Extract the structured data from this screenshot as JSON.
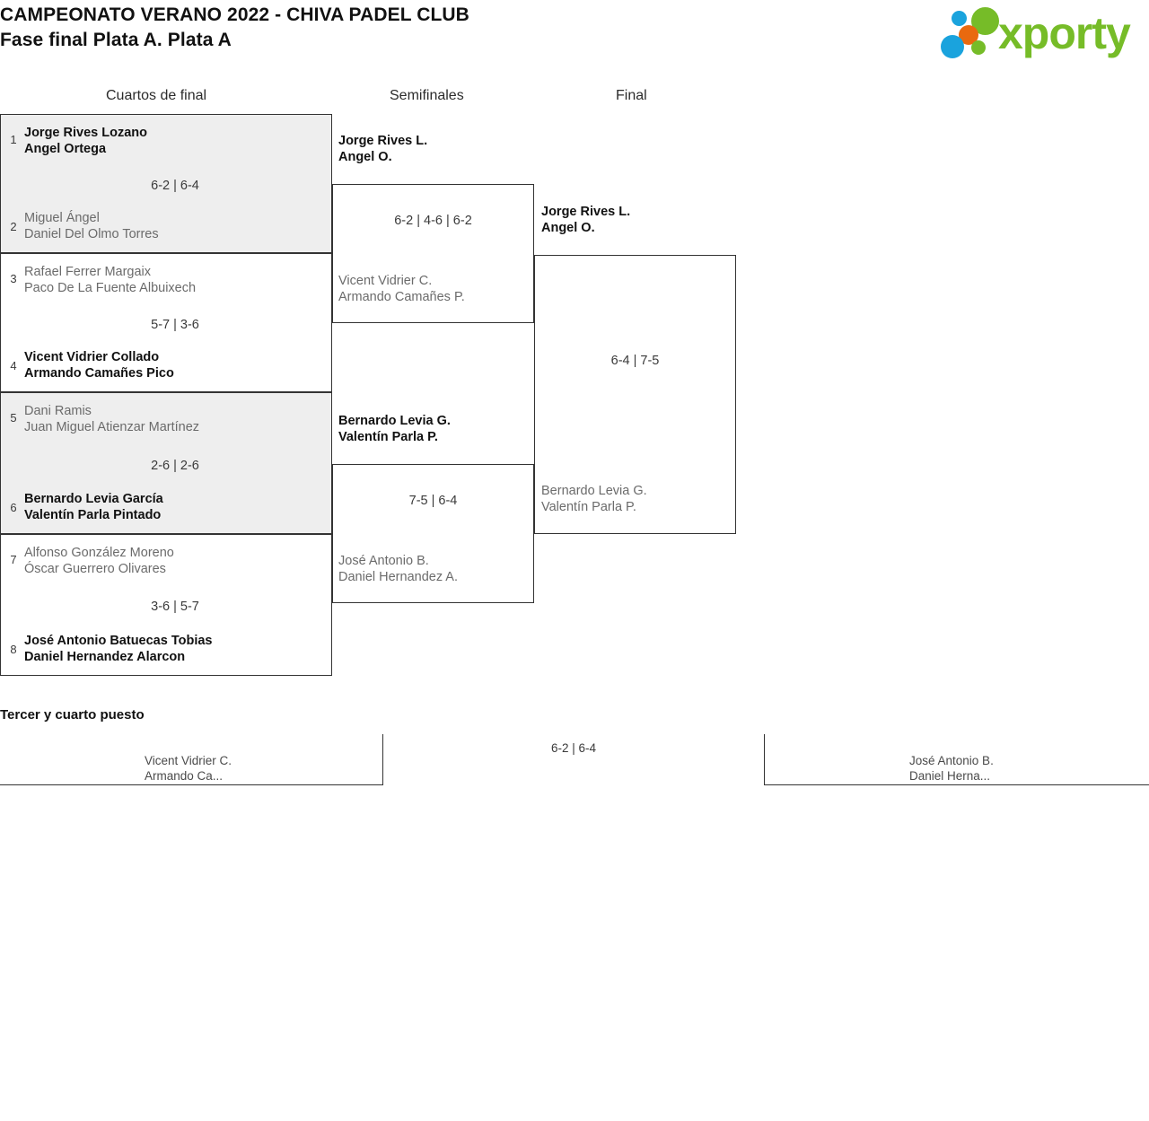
{
  "header": {
    "title_line1": "CAMPEONATO VERANO 2022 - CHIVA PADEL CLUB",
    "title_line2": "Fase final Plata A. Plata A",
    "logo_text": "xporty",
    "logo_colors": {
      "green": "#76bc28",
      "blue": "#1aa3dd",
      "orange": "#e9690f"
    }
  },
  "rounds": {
    "quarterfinals_label": "Cuartos de final",
    "semifinals_label": "Semifinales",
    "final_label": "Final"
  },
  "quarterfinals": [
    {
      "seed_top": "1",
      "top_player1": "Jorge Rives Lozano",
      "top_player2": "Angel Ortega",
      "score": "6-2 | 6-4",
      "seed_bottom": "2",
      "bottom_player1": "Miguel Ángel",
      "bottom_player2": "Daniel Del Olmo Torres"
    },
    {
      "seed_top": "3",
      "top_player1": "Rafael Ferrer Margaix",
      "top_player2": "Paco De La Fuente Albuixech",
      "score": "5-7 | 3-6",
      "seed_bottom": "4",
      "bottom_player1": "Vicent Vidrier Collado",
      "bottom_player2": "Armando Camañes Pico"
    },
    {
      "seed_top": "5",
      "top_player1": "Dani Ramis",
      "top_player2": "Juan Miguel Atienzar Martínez",
      "score": "2-6 | 2-6",
      "seed_bottom": "6",
      "bottom_player1": "Bernardo Levia García",
      "bottom_player2": "Valentín Parla Pintado"
    },
    {
      "seed_top": "7",
      "top_player1": "Alfonso González Moreno",
      "top_player2": "Óscar Guerrero Olivares",
      "score": "3-6 | 5-7",
      "seed_bottom": "8",
      "bottom_player1": "José Antonio Batuecas Tobias",
      "bottom_player2": "Daniel Hernandez Alarcon"
    }
  ],
  "semifinals": [
    {
      "score": "6-2 | 4-6 | 6-2",
      "top_player1": "Jorge Rives L.",
      "top_player2": "Angel O.",
      "bottom_player1": "Vicent Vidrier C.",
      "bottom_player2": "Armando Camañes P."
    },
    {
      "score": "7-5 | 6-4",
      "top_player1": "Bernardo Levia G.",
      "top_player2": "Valentín Parla P.",
      "bottom_player1": "José Antonio B.",
      "bottom_player2": "Daniel Hernandez A."
    }
  ],
  "final": {
    "score": "6-4 | 7-5",
    "top_player1": "Jorge Rives L.",
    "top_player2": "Angel O.",
    "bottom_player1": "Bernardo Levia G.",
    "bottom_player2": "Valentín Parla P."
  },
  "third_place": {
    "title": "Tercer y cuarto puesto",
    "score": "6-2 | 6-4",
    "left_player1": "Vicent Vidrier C.",
    "left_player2": "Armando Ca...",
    "right_player1": "José Antonio B.",
    "right_player2": "Daniel Herna..."
  }
}
